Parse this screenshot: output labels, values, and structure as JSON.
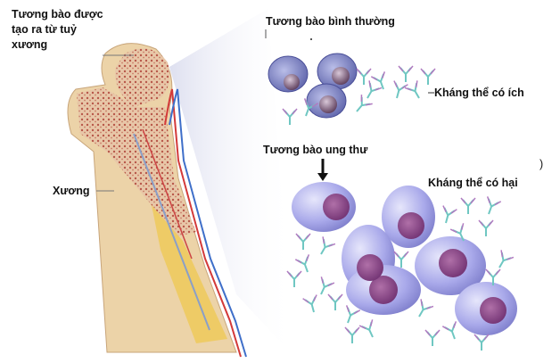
{
  "diagram": {
    "title": "Plasma cell diagram: bone marrow origin, normal vs cancerous plasma cells",
    "labels": {
      "bone_marrow_origin": "Tương bào được tạo ra từ tuỷ xương",
      "bone": "Xương",
      "normal_plasma_cell": "Tương bào bình thường",
      "useful_antibody": "Kháng thể có ích",
      "cancer_plasma_cell": "Tương bào ung thư",
      "harmful_antibody": "Kháng thể có hại",
      "stray_paren": ")"
    },
    "colors": {
      "bone": "#ecd3a8",
      "marrow_spongy": "#c9826e",
      "artery": "#d33a3a",
      "vein": "#3f6fc9",
      "yellow_marrow": "#f0c84a",
      "normal_cell": "#6f74b8",
      "cancer_cell": "#a3a3e6",
      "nucleus": "#8a4a8e",
      "antibody_teal": "#6fc7c2",
      "antibody_purple": "#b07ac0",
      "zoom_beam": "#e4e5f2"
    }
  }
}
